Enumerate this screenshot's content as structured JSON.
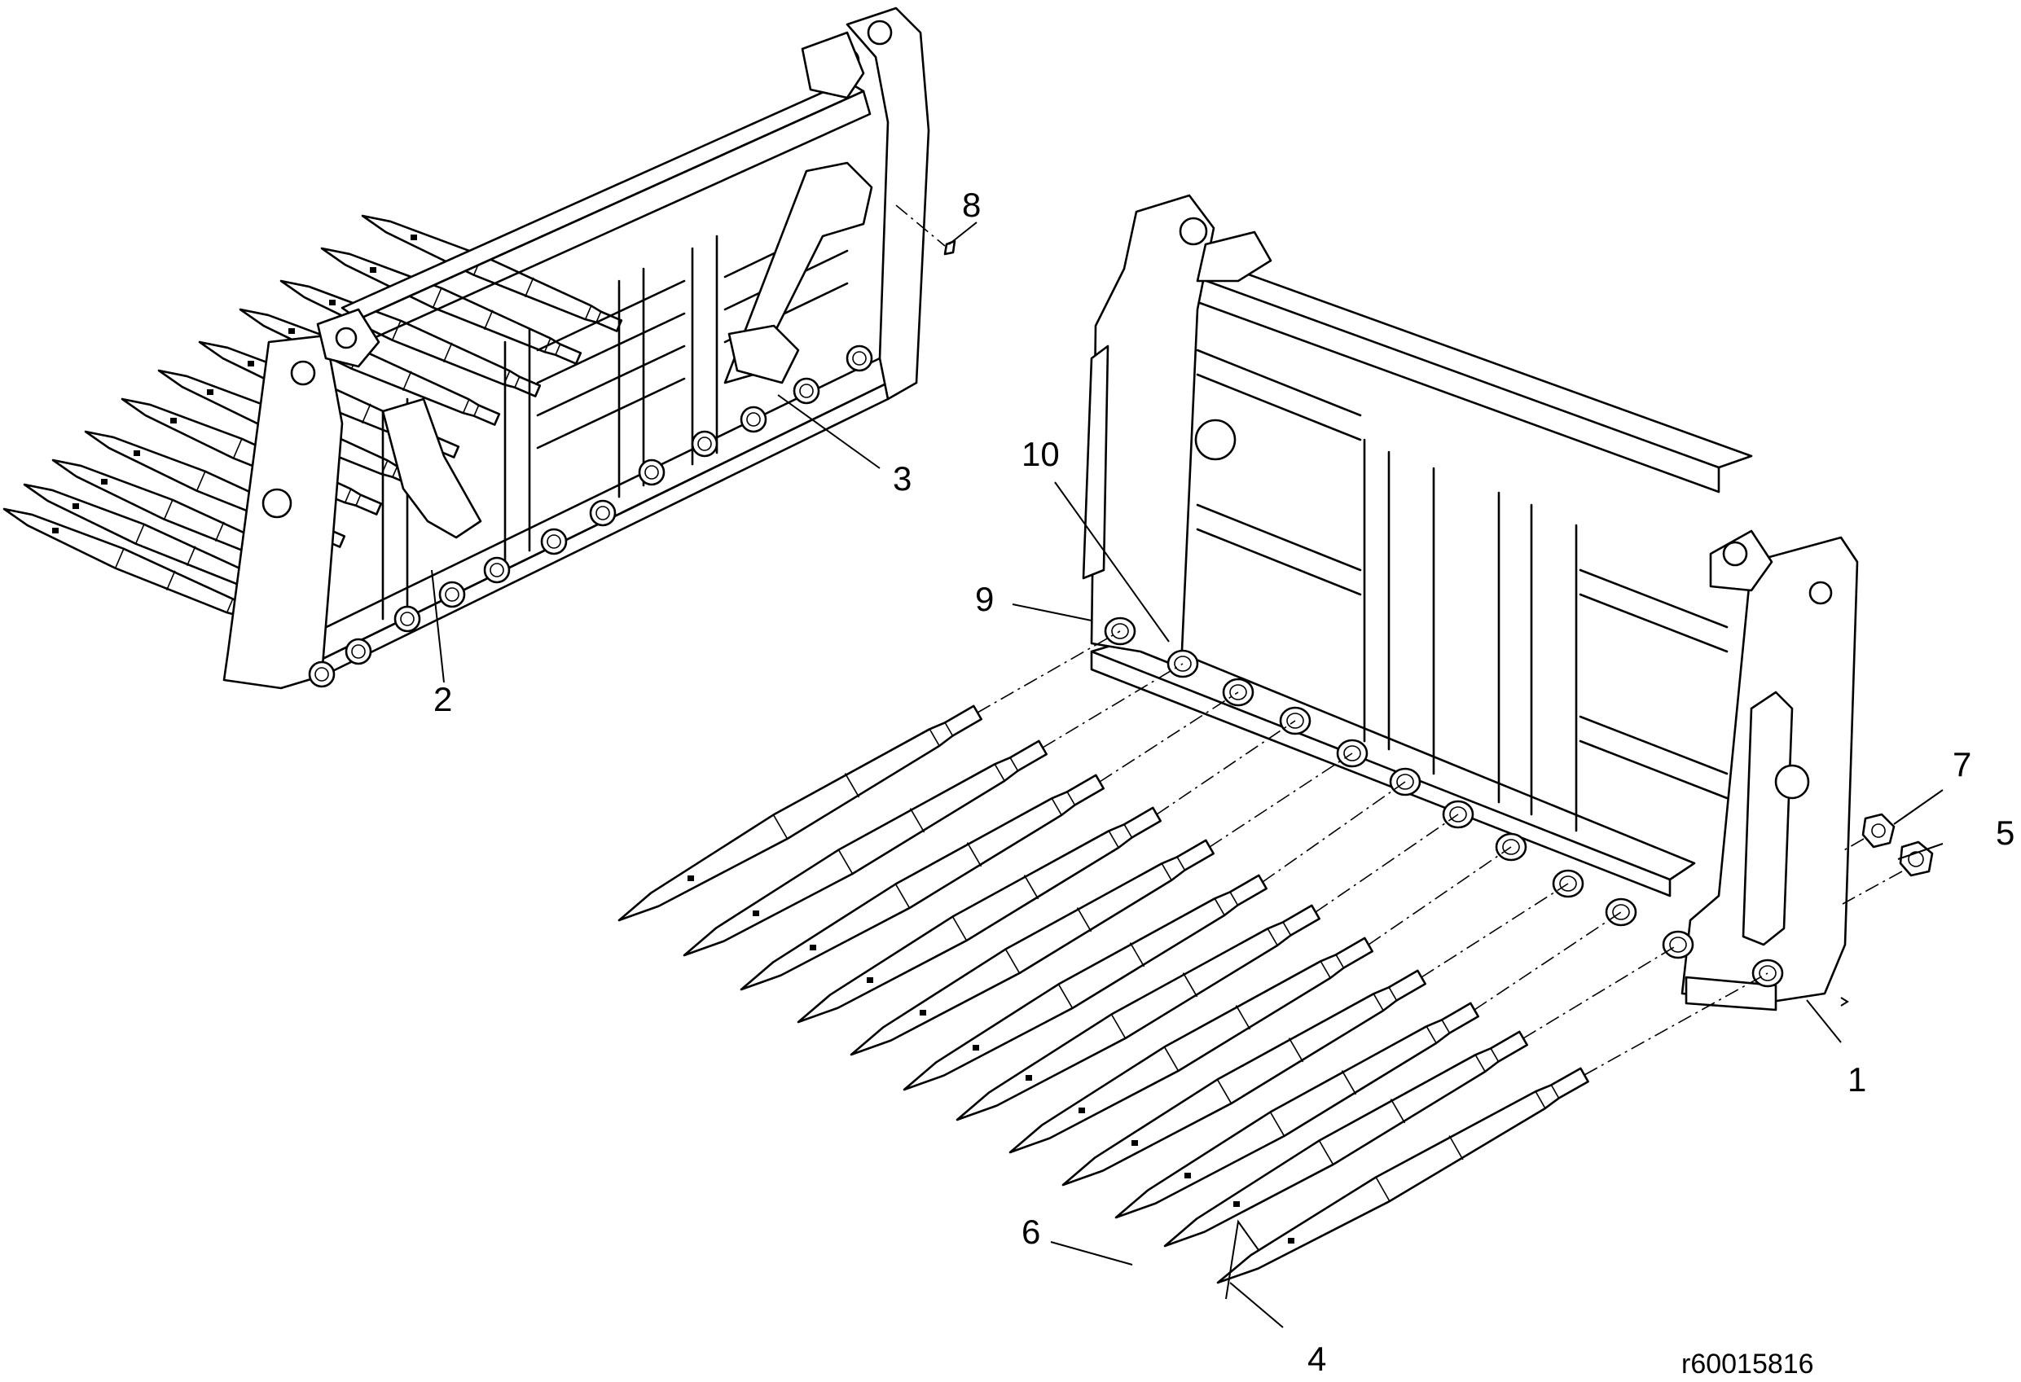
{
  "diagram": {
    "callouts": [
      "1",
      "2",
      "3",
      "4",
      "5",
      "6",
      "7",
      "8",
      "9",
      "10"
    ],
    "reference_code": "r60015816"
  }
}
